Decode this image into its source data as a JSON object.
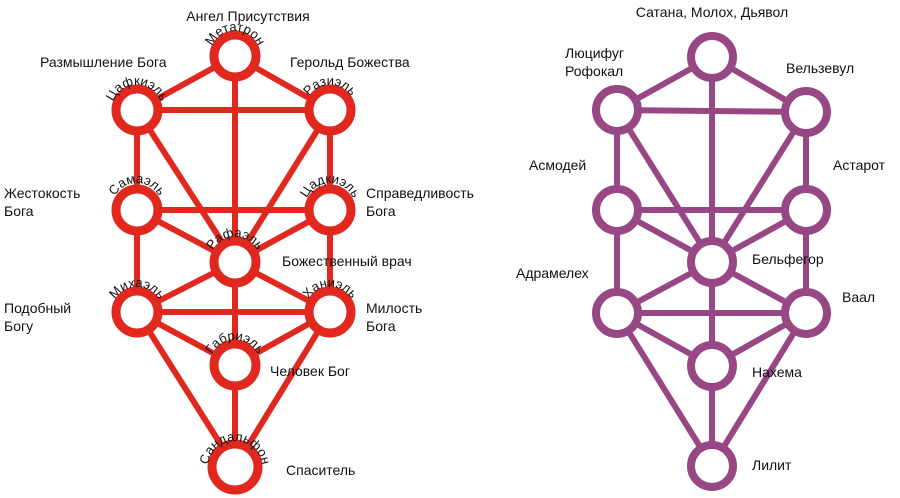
{
  "colors": {
    "left": "#e0281e",
    "right": "#974784"
  },
  "left_tree": {
    "labels": {
      "top": "Ангел Присутствия",
      "l1": "Размышление Бога",
      "r1": "Герольд Божества",
      "l2a": "Жестокость",
      "l2b": "Бога",
      "r2a": "Справедливость",
      "r2b": "Бога",
      "mid": "Божественный врач",
      "l3a": "Подобный",
      "l3b": "Богу",
      "r3a": "Милость",
      "r3b": "Бога",
      "low": "Человек Бог",
      "bottom": "Спаситель"
    },
    "angels": {
      "top": "Метатрон",
      "l1": "Цафкиэль",
      "r1": "Разиэль",
      "l2": "Самаэль",
      "r2": "Цадкиэль",
      "mid": "Рафаэль",
      "l3": "Михаэль",
      "r3": "Ханиэль",
      "low": "Габриэль",
      "bottom": "Сандальфон"
    }
  },
  "right_tree": {
    "labels": {
      "top": "Сатана, Молох, Дьявол",
      "l1a": "Люцифуг",
      "l1b": "Рофокал",
      "r1": "Вельзевул",
      "l2": "Асмодей",
      "r2": "Астарот",
      "mid": "Бельфегор",
      "l3": "Адрамелех",
      "r3": "Ваал",
      "low": "Нахема",
      "bottom": "Лилит"
    }
  }
}
